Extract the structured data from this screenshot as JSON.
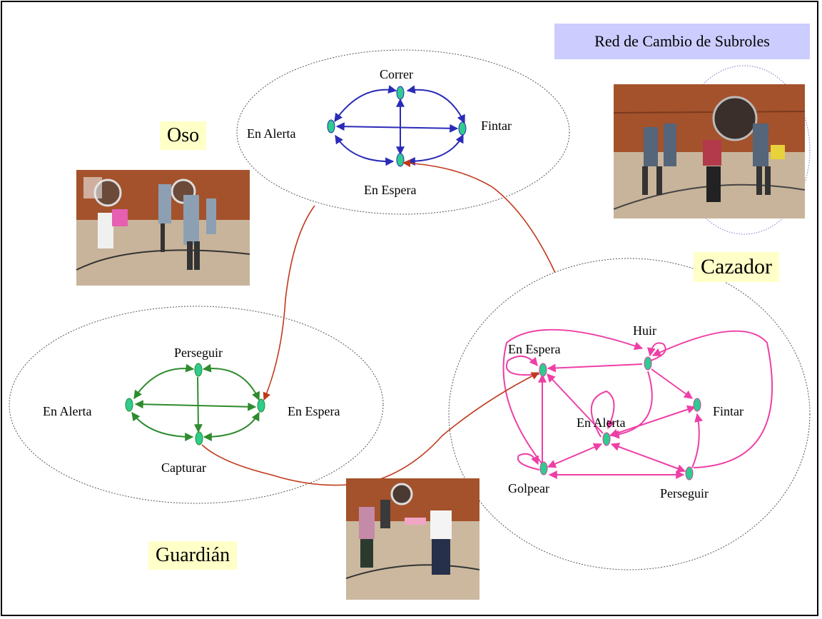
{
  "title": "Red de Cambio de Subroles",
  "roles": {
    "oso": "Oso",
    "guardian": "Guardián",
    "cazador": "Cazador"
  },
  "oso_network": {
    "nodes": {
      "correr": "Correr",
      "en_alerta": "En Alerta",
      "fintar": "Fintar",
      "en_espera": "En Espera"
    }
  },
  "guardian_network": {
    "nodes": {
      "perseguir": "Perseguir",
      "en_alerta": "En Alerta",
      "en_espera": "En Espera",
      "capturar": "Capturar"
    }
  },
  "cazador_network": {
    "nodes": {
      "huir": "Huir",
      "en_espera": "En Espera",
      "fintar": "Fintar",
      "en_alerta": "En Alerta",
      "golpear": "Golpear",
      "perseguir": "Perseguir"
    }
  },
  "colors": {
    "oso_edges": "#2b2bb8",
    "guardian_edges": "#2e8b2e",
    "cazador_edges": "#ee3fa6",
    "transition_edges": "#c0391b",
    "node_fill": "#2ecc8f",
    "title_bg": "#ccccff",
    "label_bg": "#ffffc8"
  }
}
